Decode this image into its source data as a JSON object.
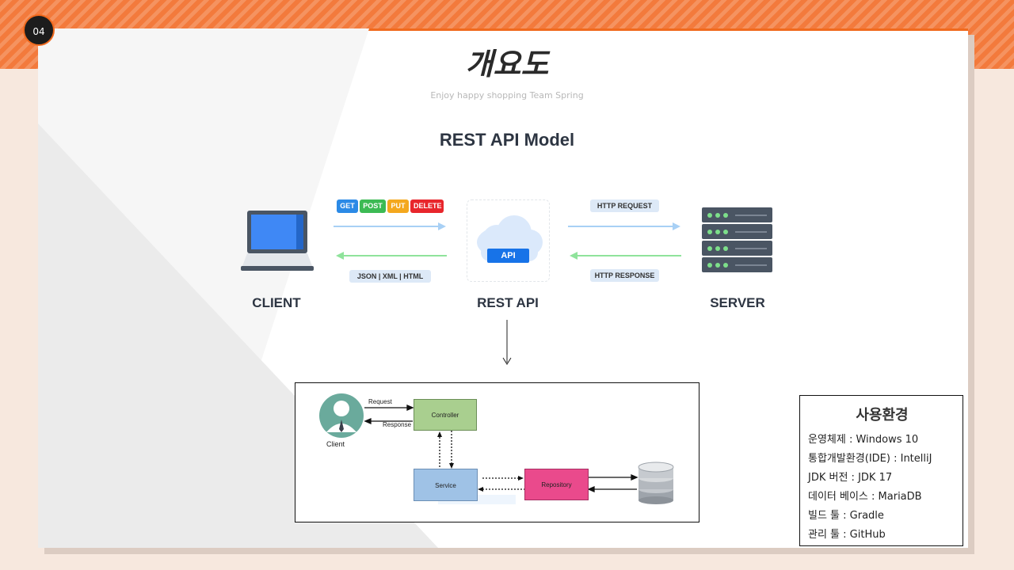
{
  "slide": {
    "number": "04",
    "title": "개요도",
    "subtitle": "Enjoy happy shopping Team Spring"
  },
  "diagram": {
    "title": "REST API Model",
    "nodes": {
      "client": "CLIENT",
      "rest_api": "REST API",
      "server": "SERVER"
    },
    "api_badge": "API",
    "methods": [
      "GET",
      "POST",
      "PUT",
      "DELETE"
    ],
    "formats": "JSON | XML | HTML",
    "request_label": "HTTP REQUEST",
    "response_label": "HTTP RESPONSE"
  },
  "layers": {
    "client": "Client",
    "request": "Request",
    "response": "Response",
    "controller": "Controller",
    "service": "Service",
    "repository": "Repository"
  },
  "environment": {
    "title": "사용환경",
    "items": [
      "운영체제 : Windows  10",
      "통합개발환경(IDE) : IntelliJ",
      "JDK 버전 : JDK 17",
      "데이터 베이스 : MariaDB",
      "빌드 툴 : Gradle",
      "관리 툴 : GitHub"
    ]
  },
  "colors": {
    "accent": "#f06a1e",
    "get": "#2b8ae6",
    "post": "#3cba54",
    "put": "#f4a81e",
    "delete": "#e8262c",
    "controller": "#a9cf8f",
    "service": "#9fc2e6",
    "repository": "#ea4a8c"
  }
}
